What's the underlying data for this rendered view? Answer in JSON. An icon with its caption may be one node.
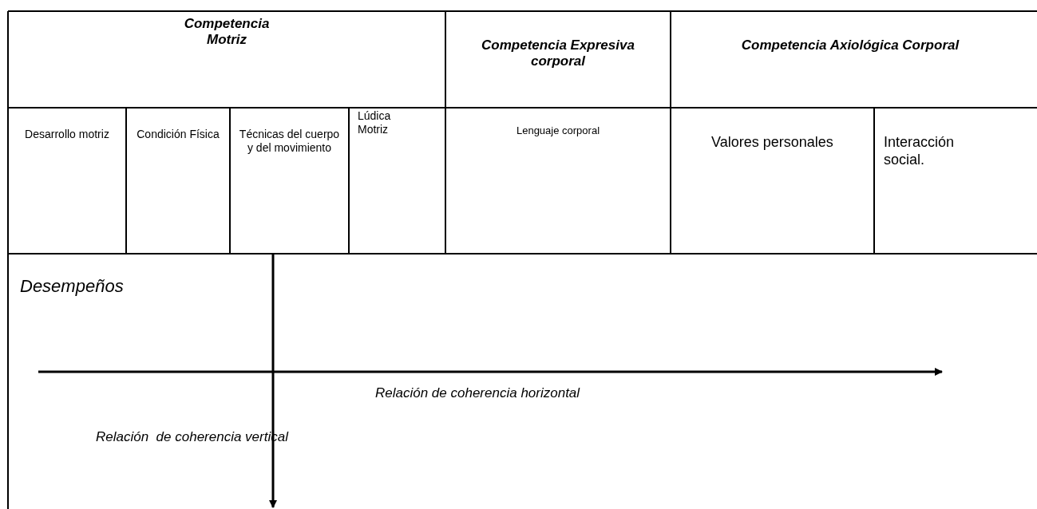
{
  "diagram": {
    "labels": [
      "Competencia Motriz",
      "Competencia Expresiva corporal",
      "Competencia Axiológica Corporal",
      "Desarrollo motriz",
      "Condición Física",
      "Técnicas del cuerpo y del movimiento",
      "Lúdica Motriz",
      "Lenguaje corporal",
      "Valores personales",
      "Interacción social.",
      "Desempeños",
      "Relación de coherencia horizontal",
      "Relación  de coherencia vertical"
    ]
  }
}
